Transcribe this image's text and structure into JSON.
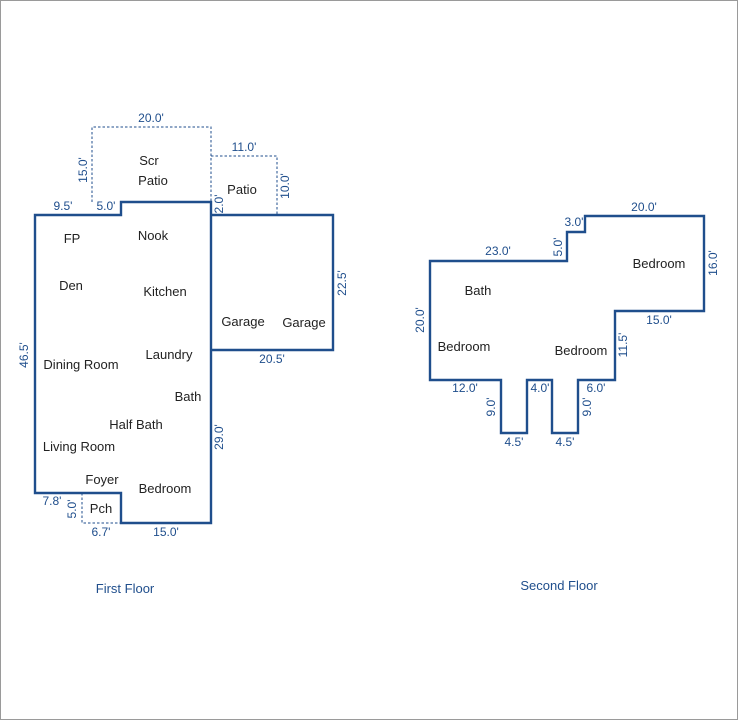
{
  "first_floor": {
    "caption": "First Floor",
    "rooms": {
      "fp": "FP",
      "nook": "Nook",
      "den": "Den",
      "kitchen": "Kitchen",
      "scr": "Scr",
      "patio_scr": "Patio",
      "patio": "Patio",
      "garage_left": "Garage",
      "garage_right": "Garage",
      "laundry": "Laundry",
      "dining": "Dining Room",
      "bath": "Bath",
      "half_bath": "Half Bath",
      "living": "Living Room",
      "foyer": "Foyer",
      "bedroom": "Bedroom",
      "porch": "Pch"
    },
    "dims": {
      "scr_top": "20.0'",
      "scr_left": "15.0'",
      "patio_top": "11.0'",
      "patio_right": "10.0'",
      "step_left": "9.5'",
      "step_top": "5.0'",
      "step_2": "2.0'",
      "garage_right": "22.5'",
      "garage_bottom": "20.5'",
      "left": "46.5'",
      "right_lower": "29.0'",
      "porch_top": "7.8'",
      "porch_left": "5.0'",
      "porch_bottom": "6.7'",
      "bottom": "15.0'"
    }
  },
  "second_floor": {
    "caption": "Second Floor",
    "rooms": {
      "bath": "Bath",
      "bedroom_top": "Bedroom",
      "bedroom_left": "Bedroom",
      "bedroom_mid": "Bedroom"
    },
    "dims": {
      "top_right": "20.0'",
      "step_3": "3.0'",
      "step_5": "5.0'",
      "top_left": "23.0'",
      "right": "16.0'",
      "left": "20.0'",
      "inner_right": "15.0'",
      "inner_vertical": "11.5'",
      "bottom_left": "12.0'",
      "notch1_side": "9.0'",
      "notch1_bottom": "4.5'",
      "mid": "4.0'",
      "notch2_side": "9.0'",
      "notch2_bottom": "4.5'",
      "bottom_right": "6.0'"
    }
  }
}
